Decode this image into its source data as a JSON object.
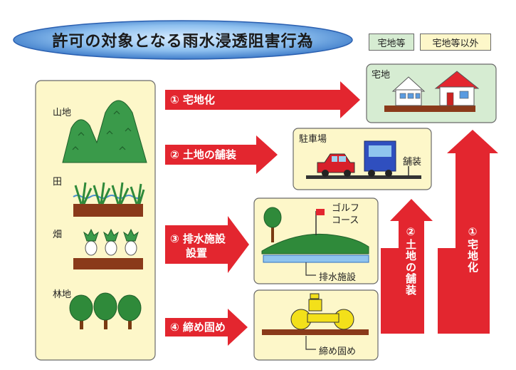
{
  "title": "許可の対象となる雨水浸透阻害行為",
  "legend": {
    "residential": "宅地等",
    "non_residential": "宅地等以外"
  },
  "left_panel": {
    "items": [
      "山地",
      "田",
      "畑",
      "林地"
    ]
  },
  "actions": {
    "a1": "① 宅地化",
    "a2": "② 土地の舗装",
    "a3_line1": "③ 排水施設",
    "a3_line2": "設置",
    "a4": "④ 締め固め"
  },
  "boxes": {
    "residential_area": "宅地",
    "parking": "駐車場",
    "pavement": "舗装",
    "golf_line1": "ゴルフ",
    "golf_line2": "コース",
    "drainage": "排水施設",
    "compaction": "締め固め"
  },
  "vertical_arrows": {
    "v2": "②土地の舗装",
    "v1": "①宅地化"
  },
  "colors": {
    "arrow_red": "#e3262f",
    "green_box": "#d6ecd2",
    "yellow_box": "#fdf7c9",
    "title_ellipse": "#3a78c9"
  }
}
